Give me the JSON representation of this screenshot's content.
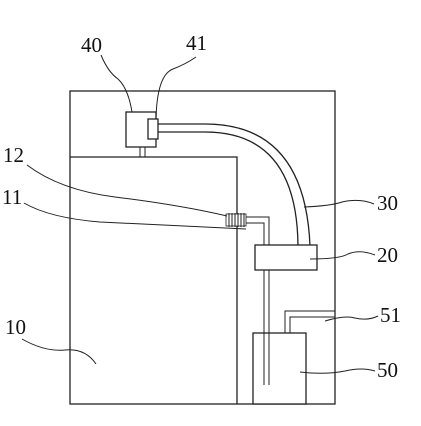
{
  "labels": {
    "l40": "40",
    "l41": "41",
    "l12": "12",
    "l11": "11",
    "l30": "30",
    "l20": "20",
    "l10": "10",
    "l51": "51",
    "l50": "50"
  }
}
